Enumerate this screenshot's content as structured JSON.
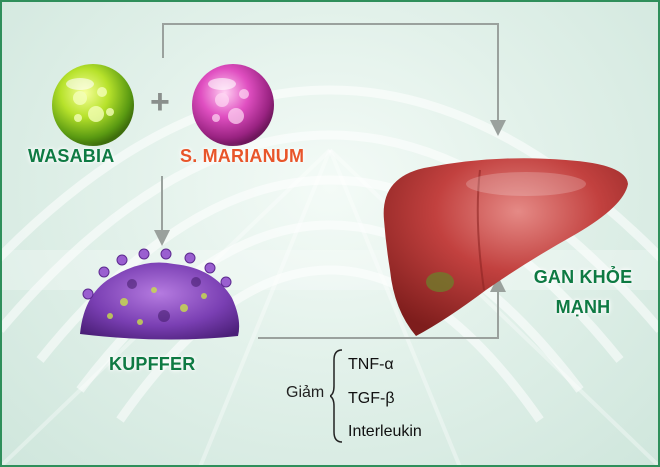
{
  "colors": {
    "green_label": "#0e7a43",
    "orange_label": "#e8552a",
    "arrow_gray": "#9aa19d",
    "border_green": "#2f8f5b"
  },
  "ingredients": {
    "wasabia": "WASABIA",
    "marianum": "S. MARIANUM",
    "plus": "+"
  },
  "cell": {
    "label": "KUPFFER"
  },
  "outcome": {
    "line1": "GAN KHỎE",
    "line2": "MẠNH"
  },
  "effect": {
    "verb": "Giảm",
    "cytokines": [
      "TNF-α",
      "TGF-β",
      "Interleukin"
    ]
  }
}
